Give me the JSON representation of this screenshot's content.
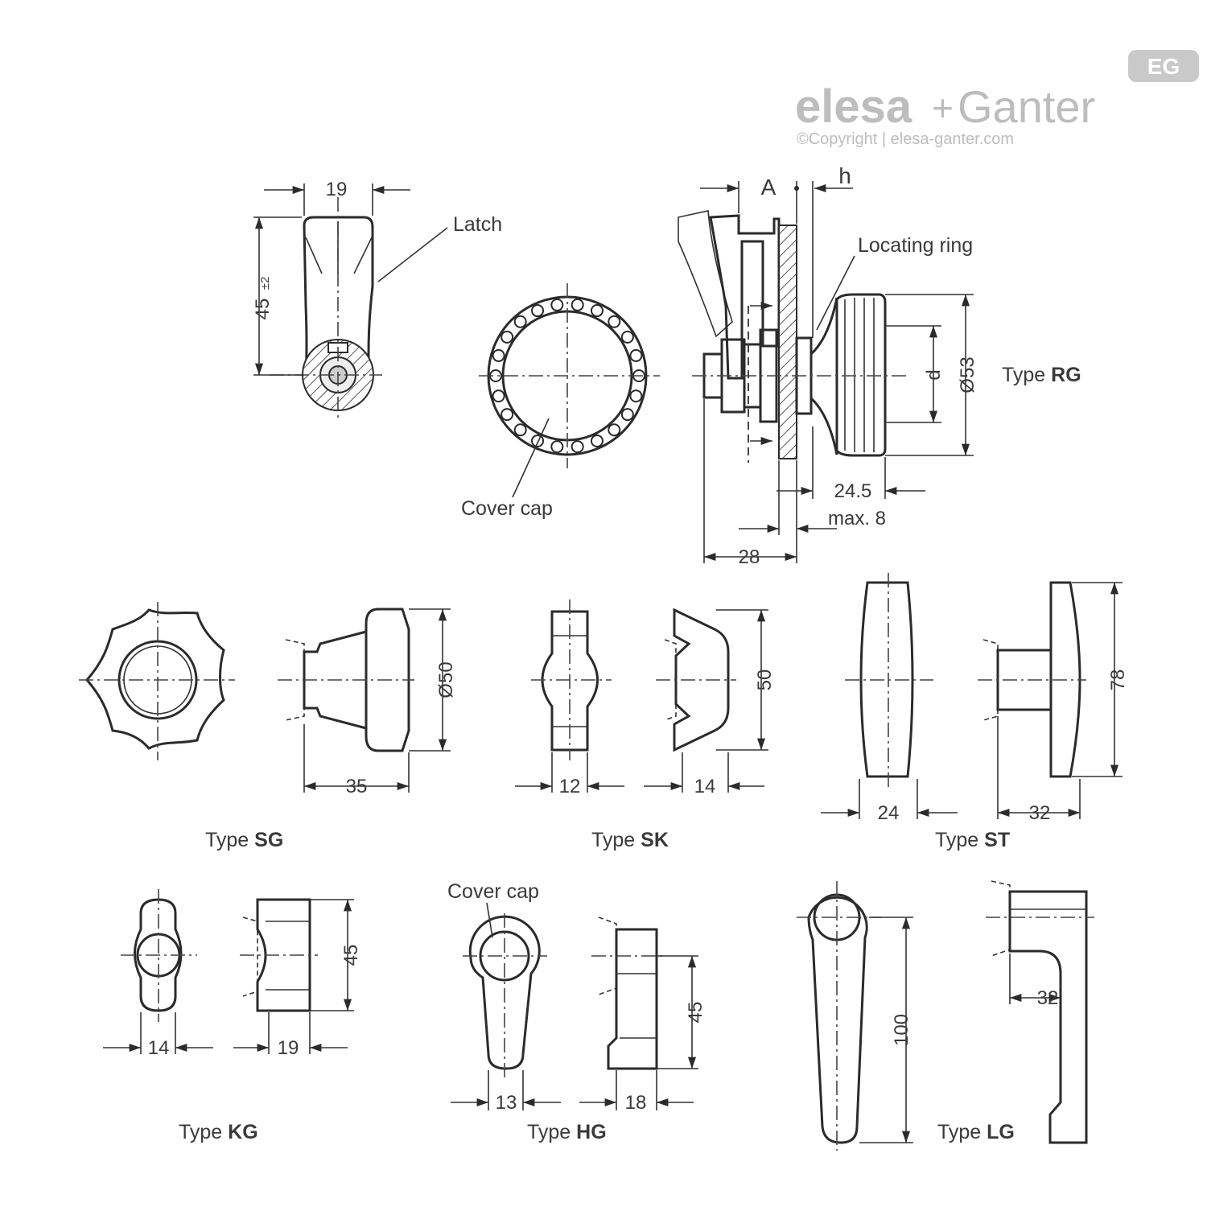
{
  "brand": {
    "name_part1": "elesa",
    "plus": "+",
    "name_part2": "Ganter",
    "copyright": "©Copyright | elesa-ganter.com",
    "badge": "EG"
  },
  "main_view": {
    "latch_label": "Latch",
    "cover_cap_label": "Cover cap",
    "locating_ring_label": "Locating ring",
    "dim_19": "19",
    "dim_45": "45",
    "dim_45_tol": "±2",
    "dim_A": "A",
    "dim_h": "h",
    "dim_d": "d",
    "dim_53": "Ø53",
    "dim_24_5": "24.5",
    "dim_max8": "max. 8",
    "dim_28": "28",
    "type_prefix": "Type ",
    "type_code": "RG"
  },
  "variants": [
    {
      "type_prefix": "Type ",
      "type_code": "SG",
      "dims": {
        "diameter": "Ø50",
        "length": "35"
      }
    },
    {
      "type_prefix": "Type ",
      "type_code": "SK",
      "dims": {
        "height": "50",
        "width": "12",
        "length": "14"
      }
    },
    {
      "type_prefix": "Type ",
      "type_code": "ST",
      "dims": {
        "height": "78",
        "width": "24",
        "length": "32"
      }
    },
    {
      "type_prefix": "Type ",
      "type_code": "KG",
      "dims": {
        "height": "45",
        "width": "14",
        "length": "19"
      }
    },
    {
      "type_prefix": "Type ",
      "type_code": "HG",
      "cover_cap_label": "Cover cap",
      "dims": {
        "height": "45",
        "width": "13",
        "length": "18"
      }
    },
    {
      "type_prefix": "Type ",
      "type_code": "LG",
      "dims": {
        "height": "100",
        "offset": "32"
      }
    }
  ]
}
